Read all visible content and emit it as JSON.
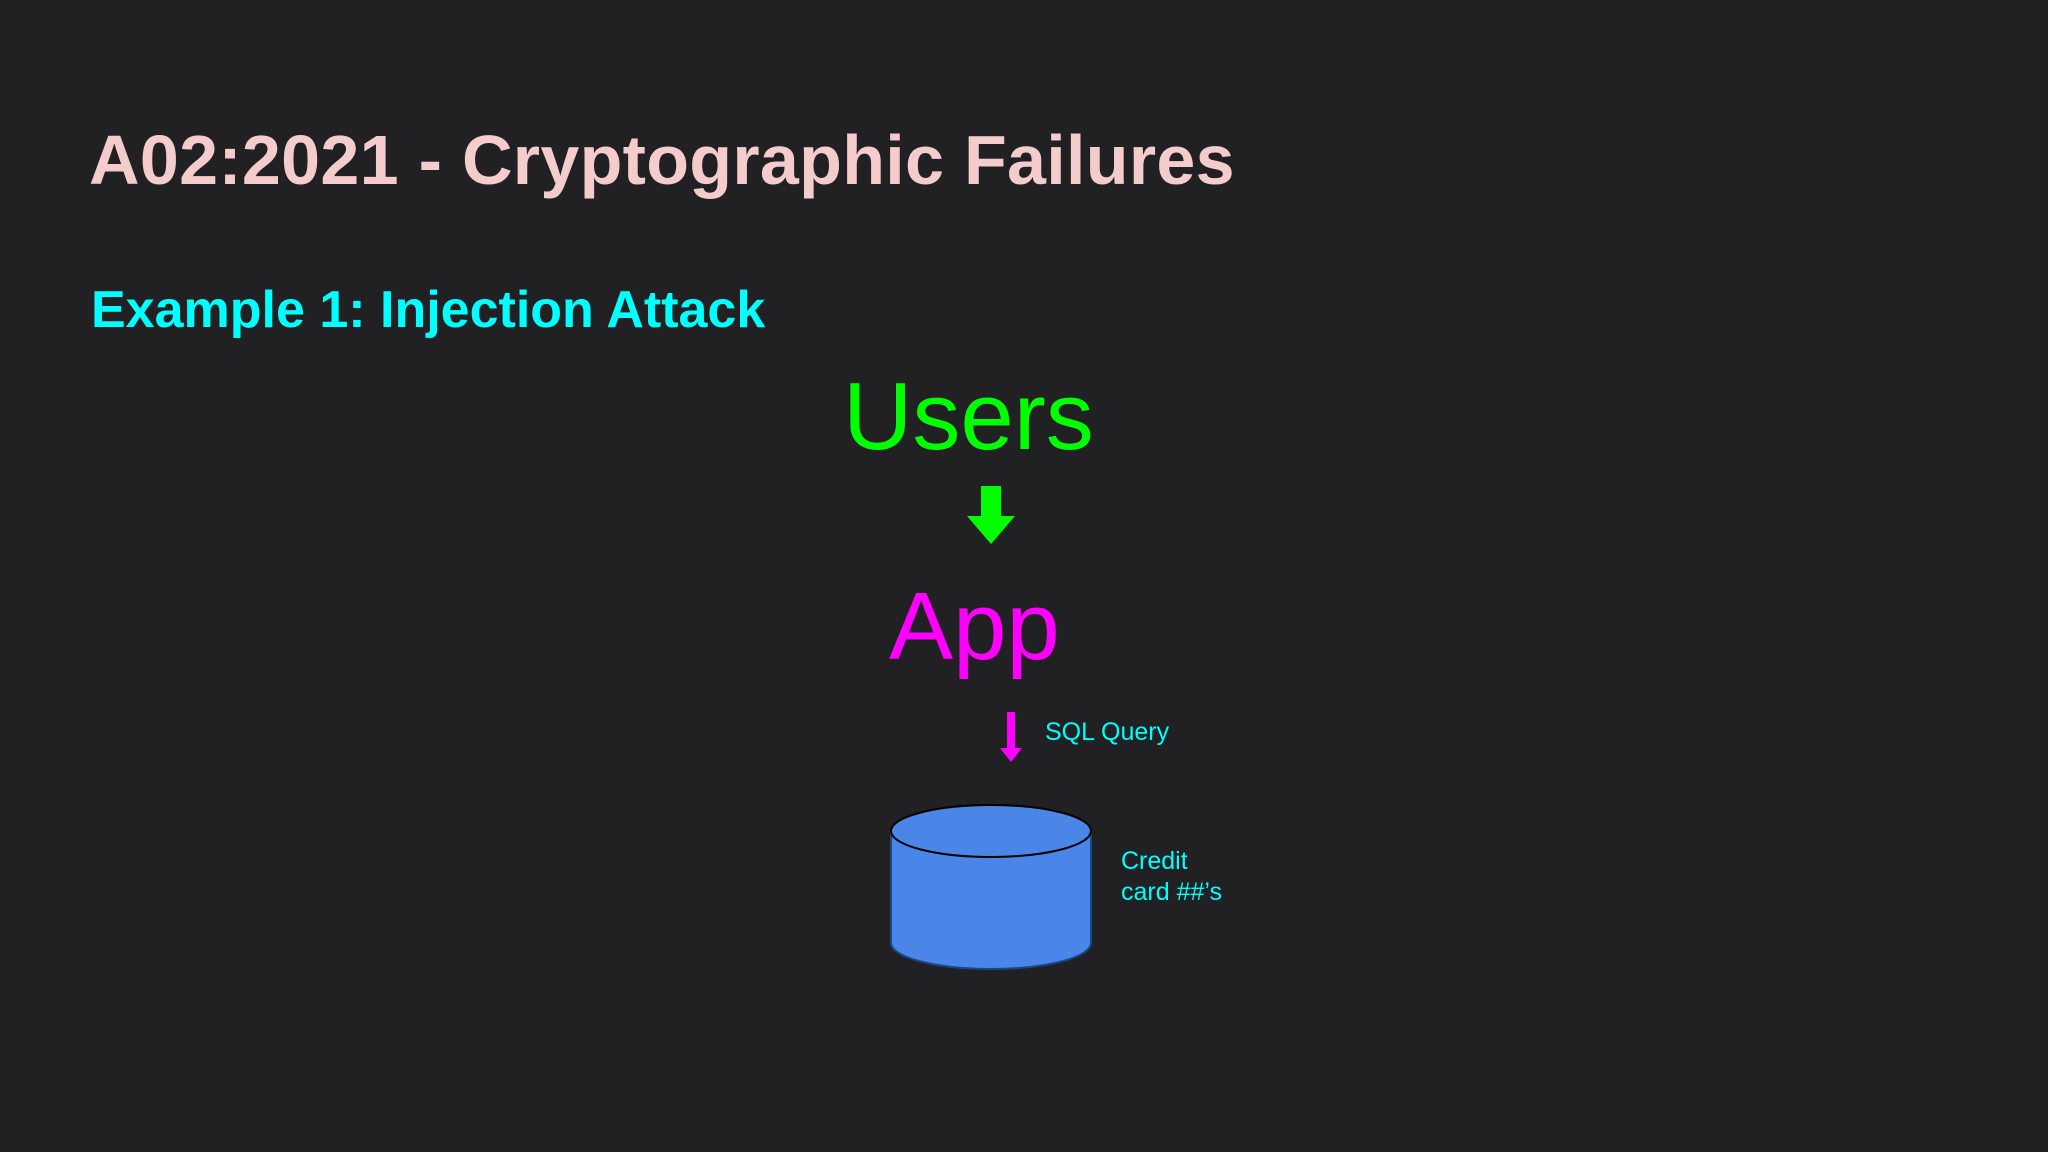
{
  "slide": {
    "title": "A02:2021 - Cryptographic Failures",
    "subtitle": "Example 1: Injection Attack"
  },
  "diagram": {
    "users_label": "Users",
    "app_label": "App",
    "query_label": "SQL Query",
    "database_label_line1": "Credit",
    "database_label_line2": "card ##’s",
    "colors": {
      "background": "#212023",
      "title": "#f4cccc",
      "subtitle": "#00ffff",
      "users": "#00ff00",
      "app": "#ff00ff",
      "database_fill": "#4a86e8",
      "annotations": "#00ffff"
    },
    "icons": {
      "users_to_app": "down-arrow-icon",
      "app_to_database": "down-arrow-icon",
      "database": "database-cylinder-icon"
    }
  }
}
